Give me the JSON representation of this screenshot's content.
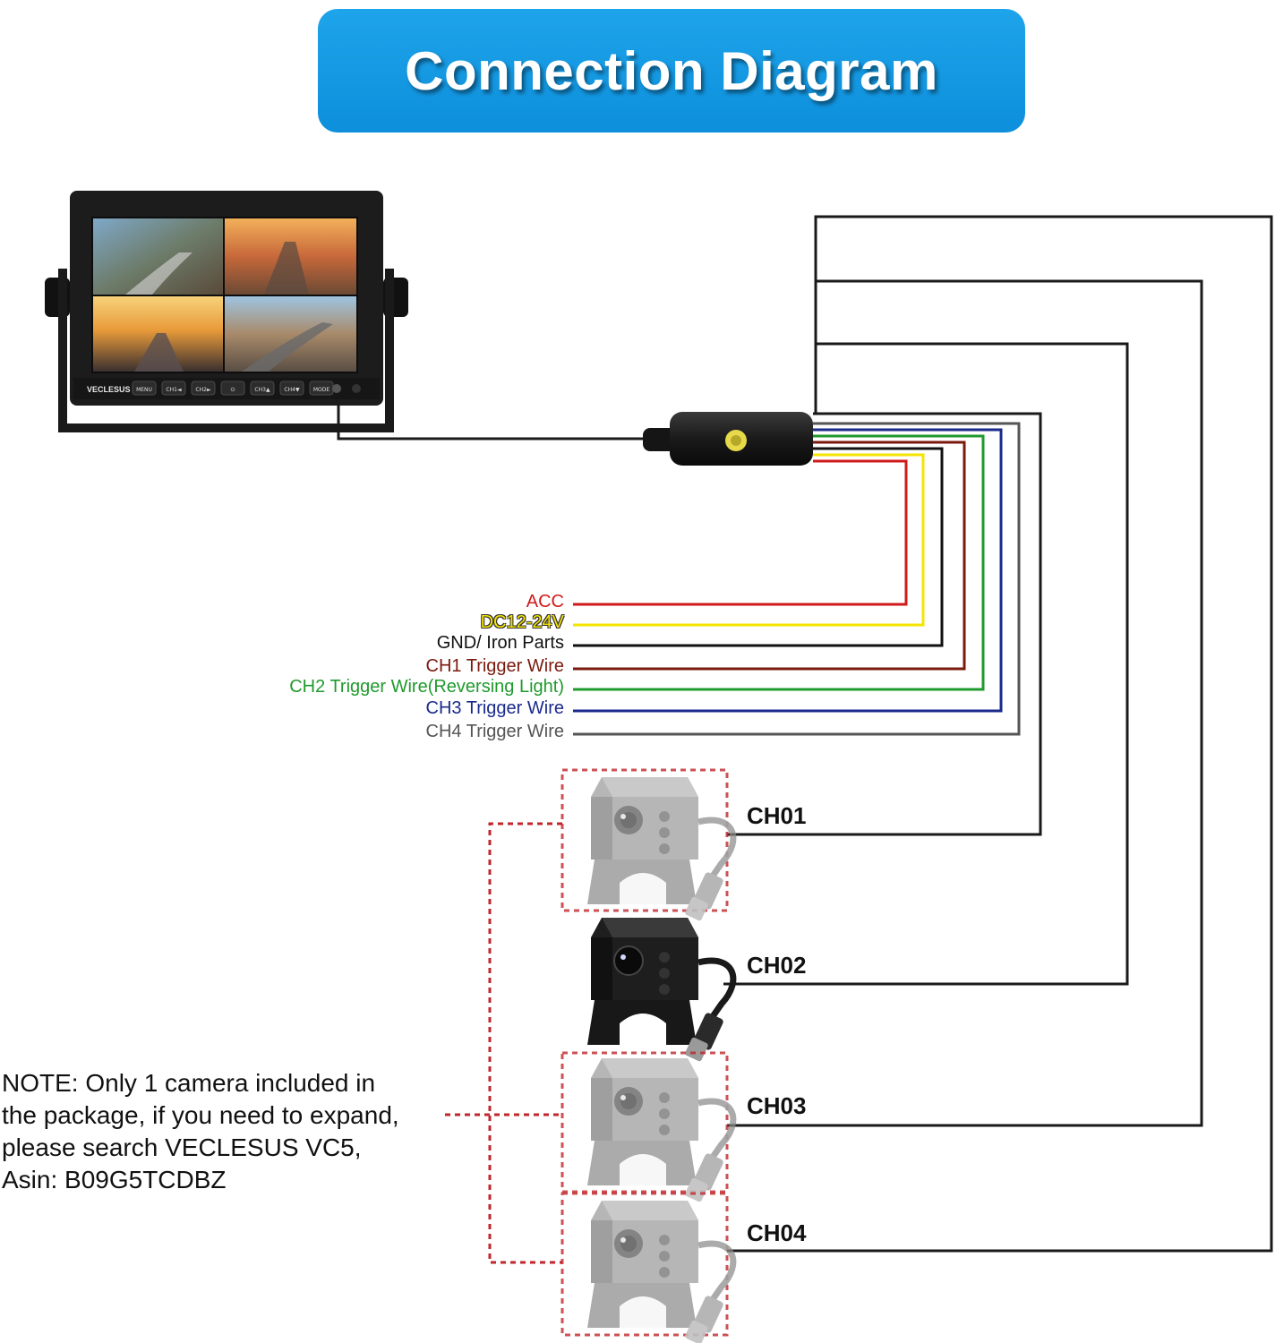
{
  "header": {
    "title": "Connection Diagram"
  },
  "monitor": {
    "brand": "VECLESUS",
    "buttons": [
      "MENU",
      "CH1◄",
      "CH2►",
      "⏻",
      "CH3▲",
      "CH4▼",
      "MODE"
    ]
  },
  "wires": [
    {
      "label": "ACC",
      "color": "#d01a1a"
    },
    {
      "label": "DC12-24V",
      "color": "#f5e400"
    },
    {
      "label": "GND/ Iron Parts",
      "color": "#111111"
    },
    {
      "label": "CH1 Trigger Wire",
      "color": "#7a1a0d"
    },
    {
      "label": "CH2 Trigger Wire(Reversing Light)",
      "color": "#1f9a2c"
    },
    {
      "label": "CH3 Trigger Wire",
      "color": "#1a2a8c"
    },
    {
      "label": "CH4 Trigger Wire",
      "color": "#555555"
    }
  ],
  "channels": [
    {
      "label": "CH01",
      "included": false
    },
    {
      "label": "CH02",
      "included": true
    },
    {
      "label": "CH03",
      "included": false
    },
    {
      "label": "CH04",
      "included": false
    }
  ],
  "note": {
    "lines": [
      "NOTE: Only 1 camera included in",
      "the package, if you need to expand,",
      "please search VECLESUS VC5,",
      "Asin: B09G5TCDBZ"
    ]
  },
  "colors": {
    "banner": "#1596e2",
    "dashed_border": "#c0262b",
    "cable": "#1a1a1a"
  }
}
